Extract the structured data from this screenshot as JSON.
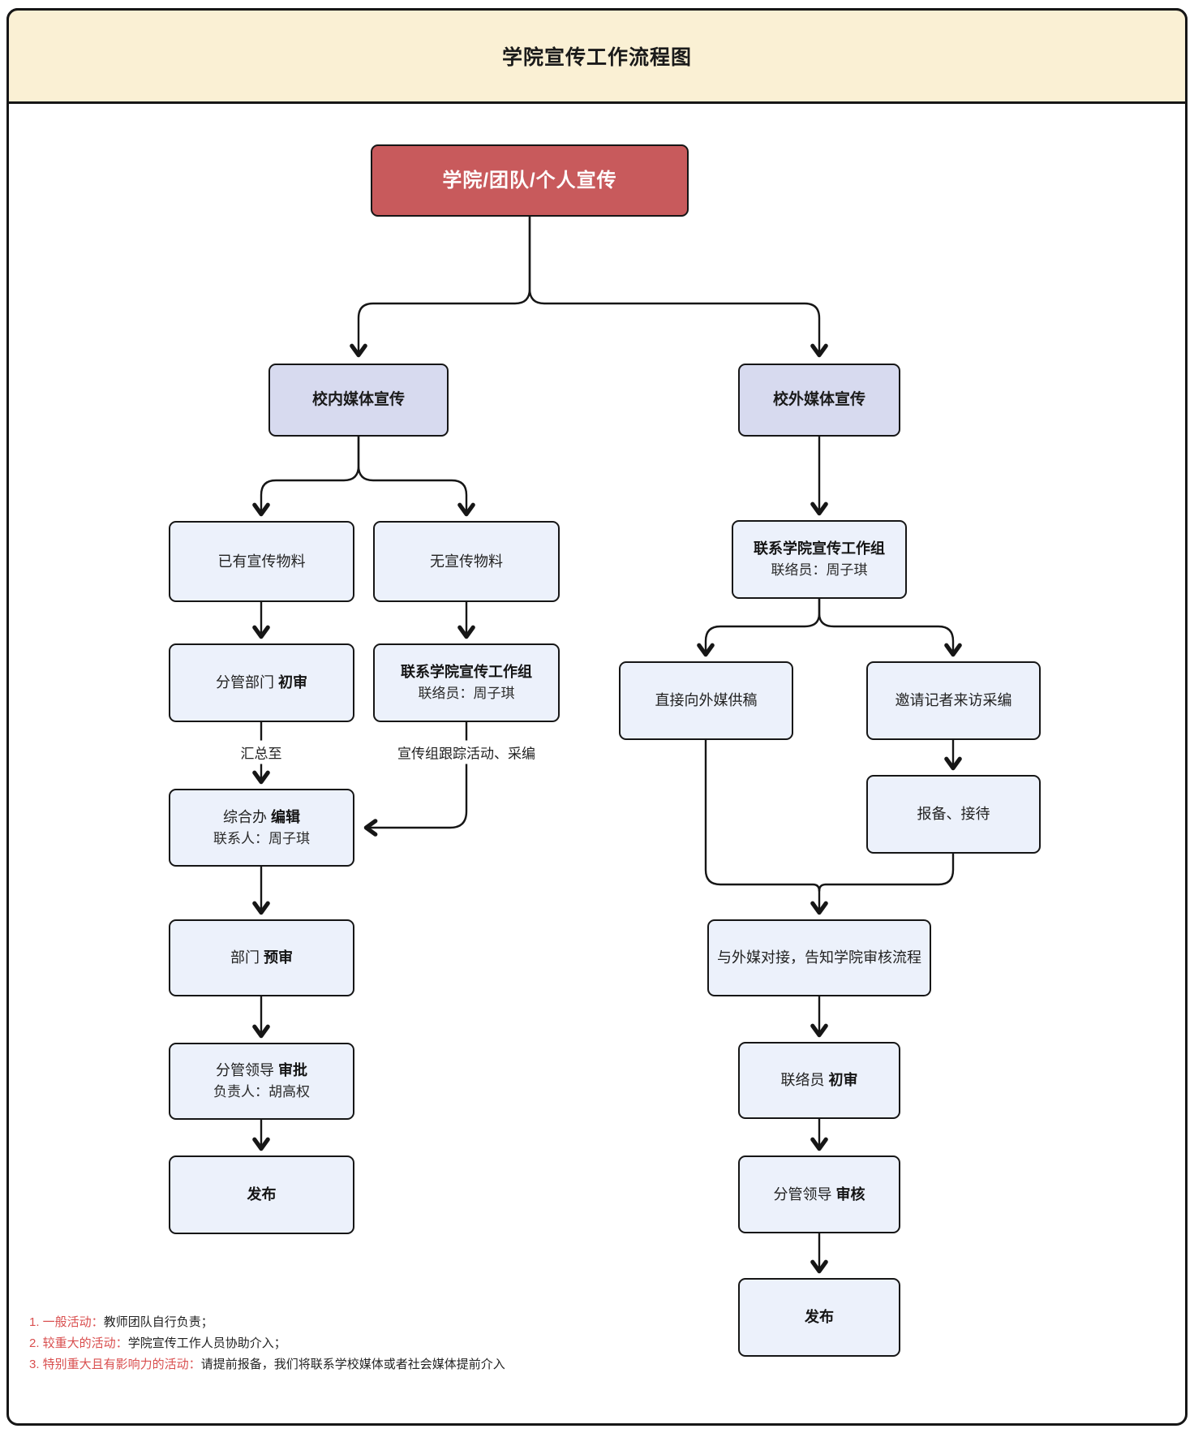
{
  "header": {
    "title": "学院宣传工作流程图"
  },
  "colors": {
    "header_bg": "#faf0d4",
    "root_node_bg": "#c85a5c",
    "hub_node_bg": "#d7daef",
    "node_bg": "#ecf1fb",
    "line_and_border": "#161616",
    "note_accent": "#d94f4f"
  },
  "nodes": {
    "root": {
      "label": "学院/团队/个人宣传"
    },
    "internal_hub": {
      "label": "校内媒体宣传"
    },
    "external_hub": {
      "label": "校外媒体宣传"
    },
    "has_materials": {
      "label": "已有宣传物料"
    },
    "no_materials": {
      "label": "无宣传物料"
    },
    "dept_first_review": {
      "prefix": "分管部门 ",
      "em": "初审"
    },
    "contact_group_internal": {
      "title": "联系学院宣传工作组",
      "subtitle": "联络员：周子琪"
    },
    "general_office_edit": {
      "prefix": "综合办 ",
      "em": "编辑",
      "subtitle": "联系人：周子琪"
    },
    "dept_preview": {
      "prefix": "部门 ",
      "em": "预审"
    },
    "leader_approve": {
      "prefix": "分管领导 ",
      "em": "审批",
      "subtitle": "负责人：胡高权"
    },
    "publish_internal": {
      "label": "发布"
    },
    "contact_group_external": {
      "title": "联系学院宣传工作组",
      "subtitle": "联络员：周子琪"
    },
    "direct_feed": {
      "label": "直接向外媒供稿"
    },
    "invite_reporter": {
      "label": "邀请记者来访采编"
    },
    "report_reception": {
      "label": "报备、接待"
    },
    "liaise_external": {
      "label": "与外媒对接，告知学院审核流程"
    },
    "liaison_first_review": {
      "prefix": "联络员 ",
      "em": "初审"
    },
    "leader_review": {
      "prefix": "分管领导 ",
      "em": "审核"
    },
    "publish_external": {
      "label": "发布"
    }
  },
  "edge_labels": {
    "summarize_to": "汇总至",
    "group_follow": "宣传组跟踪活动、采编"
  },
  "notes": [
    {
      "label": "1. 一般活动：",
      "text": "教师团队自行负责；"
    },
    {
      "label": "2. 较重大的活动：",
      "text": "学院宣传工作人员协助介入；"
    },
    {
      "label": "3. 特别重大且有影响力的活动：",
      "text": "请提前报备，我们将联系学校媒体或者社会媒体提前介入"
    }
  ]
}
